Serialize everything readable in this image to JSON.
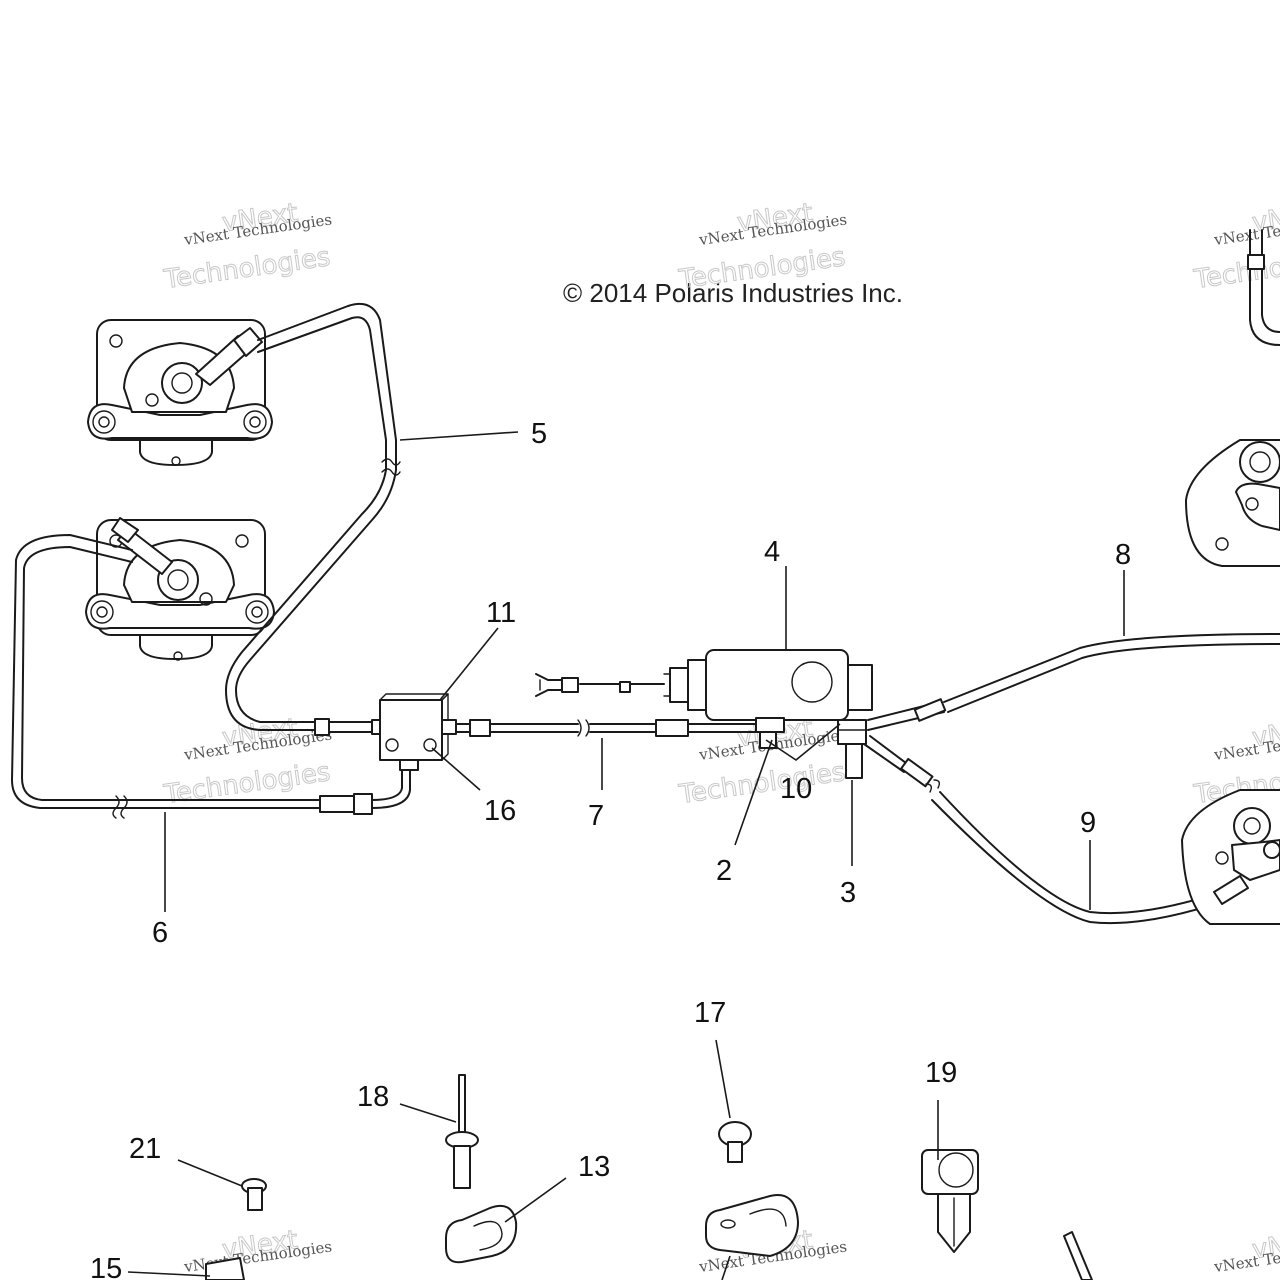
{
  "copyright": "© 2014 Polaris Industries Inc.",
  "watermark": {
    "line1": "vNext Technologies",
    "line2": "Technologies",
    "line3": "vNext"
  },
  "callouts": [
    "2",
    "3",
    "4",
    "5",
    "6",
    "7",
    "8",
    "9",
    "10",
    "11",
    "13",
    "15",
    "16",
    "17",
    "18",
    "19",
    "21"
  ]
}
